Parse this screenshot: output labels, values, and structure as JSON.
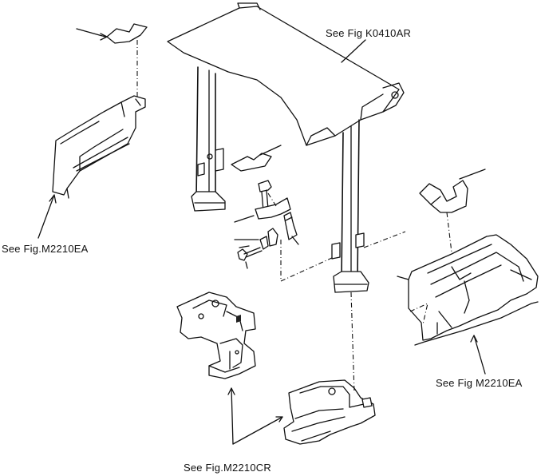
{
  "labels": {
    "see_fig_k0410ar": "See Fig K0410AR",
    "see_fig_m2210ea_left": "See Fig.M2210EA",
    "see_fig_m2210ea_right": "See Fig M2210EA",
    "see_fig_m2210cr": "See Fig.M2210CR"
  }
}
